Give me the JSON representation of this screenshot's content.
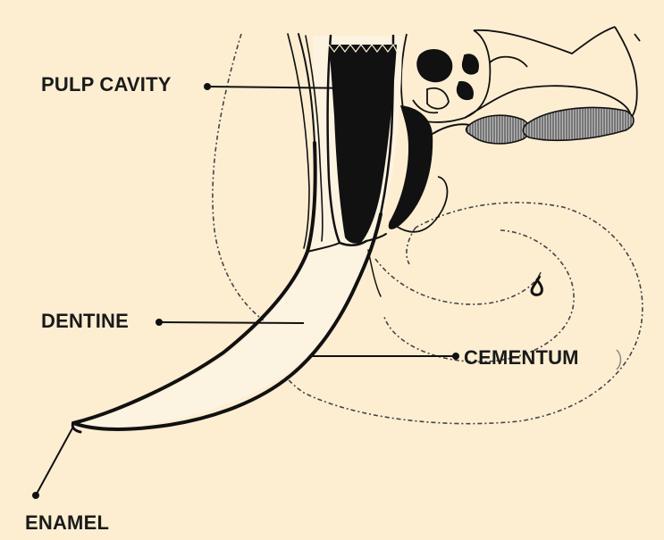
{
  "labels": {
    "pulp_cavity": "PULP CAVITY",
    "dentine": "DENTINE",
    "cementum": "CEMENTUM",
    "enamel": "ENAMEL"
  },
  "colors": {
    "background": "#fdeed2",
    "ink": "#1a1a1a",
    "hatch_fill": "#b9b9b9"
  }
}
